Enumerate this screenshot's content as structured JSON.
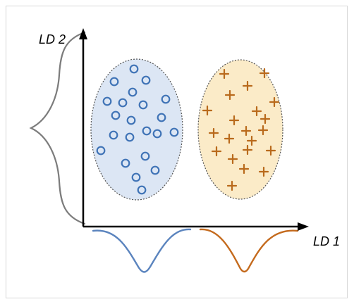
{
  "axes": {
    "y_label": "LD 2",
    "x_label": "LD 1"
  },
  "classes": [
    {
      "name": "circle-class",
      "marker": "circle",
      "fill": "#dce6f4",
      "stroke": "#3f73b6",
      "curve_color": "#5b84be"
    },
    {
      "name": "plus-class",
      "marker": "plus",
      "fill": "#fbebc8",
      "stroke": "#b96a1c",
      "curve_color": "#c46a1d"
    }
  ],
  "colors": {
    "axis": "#000000",
    "side_curve": "#7c7c7c",
    "frame": "#d7d7d7"
  },
  "icons": {
    "y_arrow": "arrow-up-icon",
    "x_arrow": "arrow-right-icon"
  }
}
